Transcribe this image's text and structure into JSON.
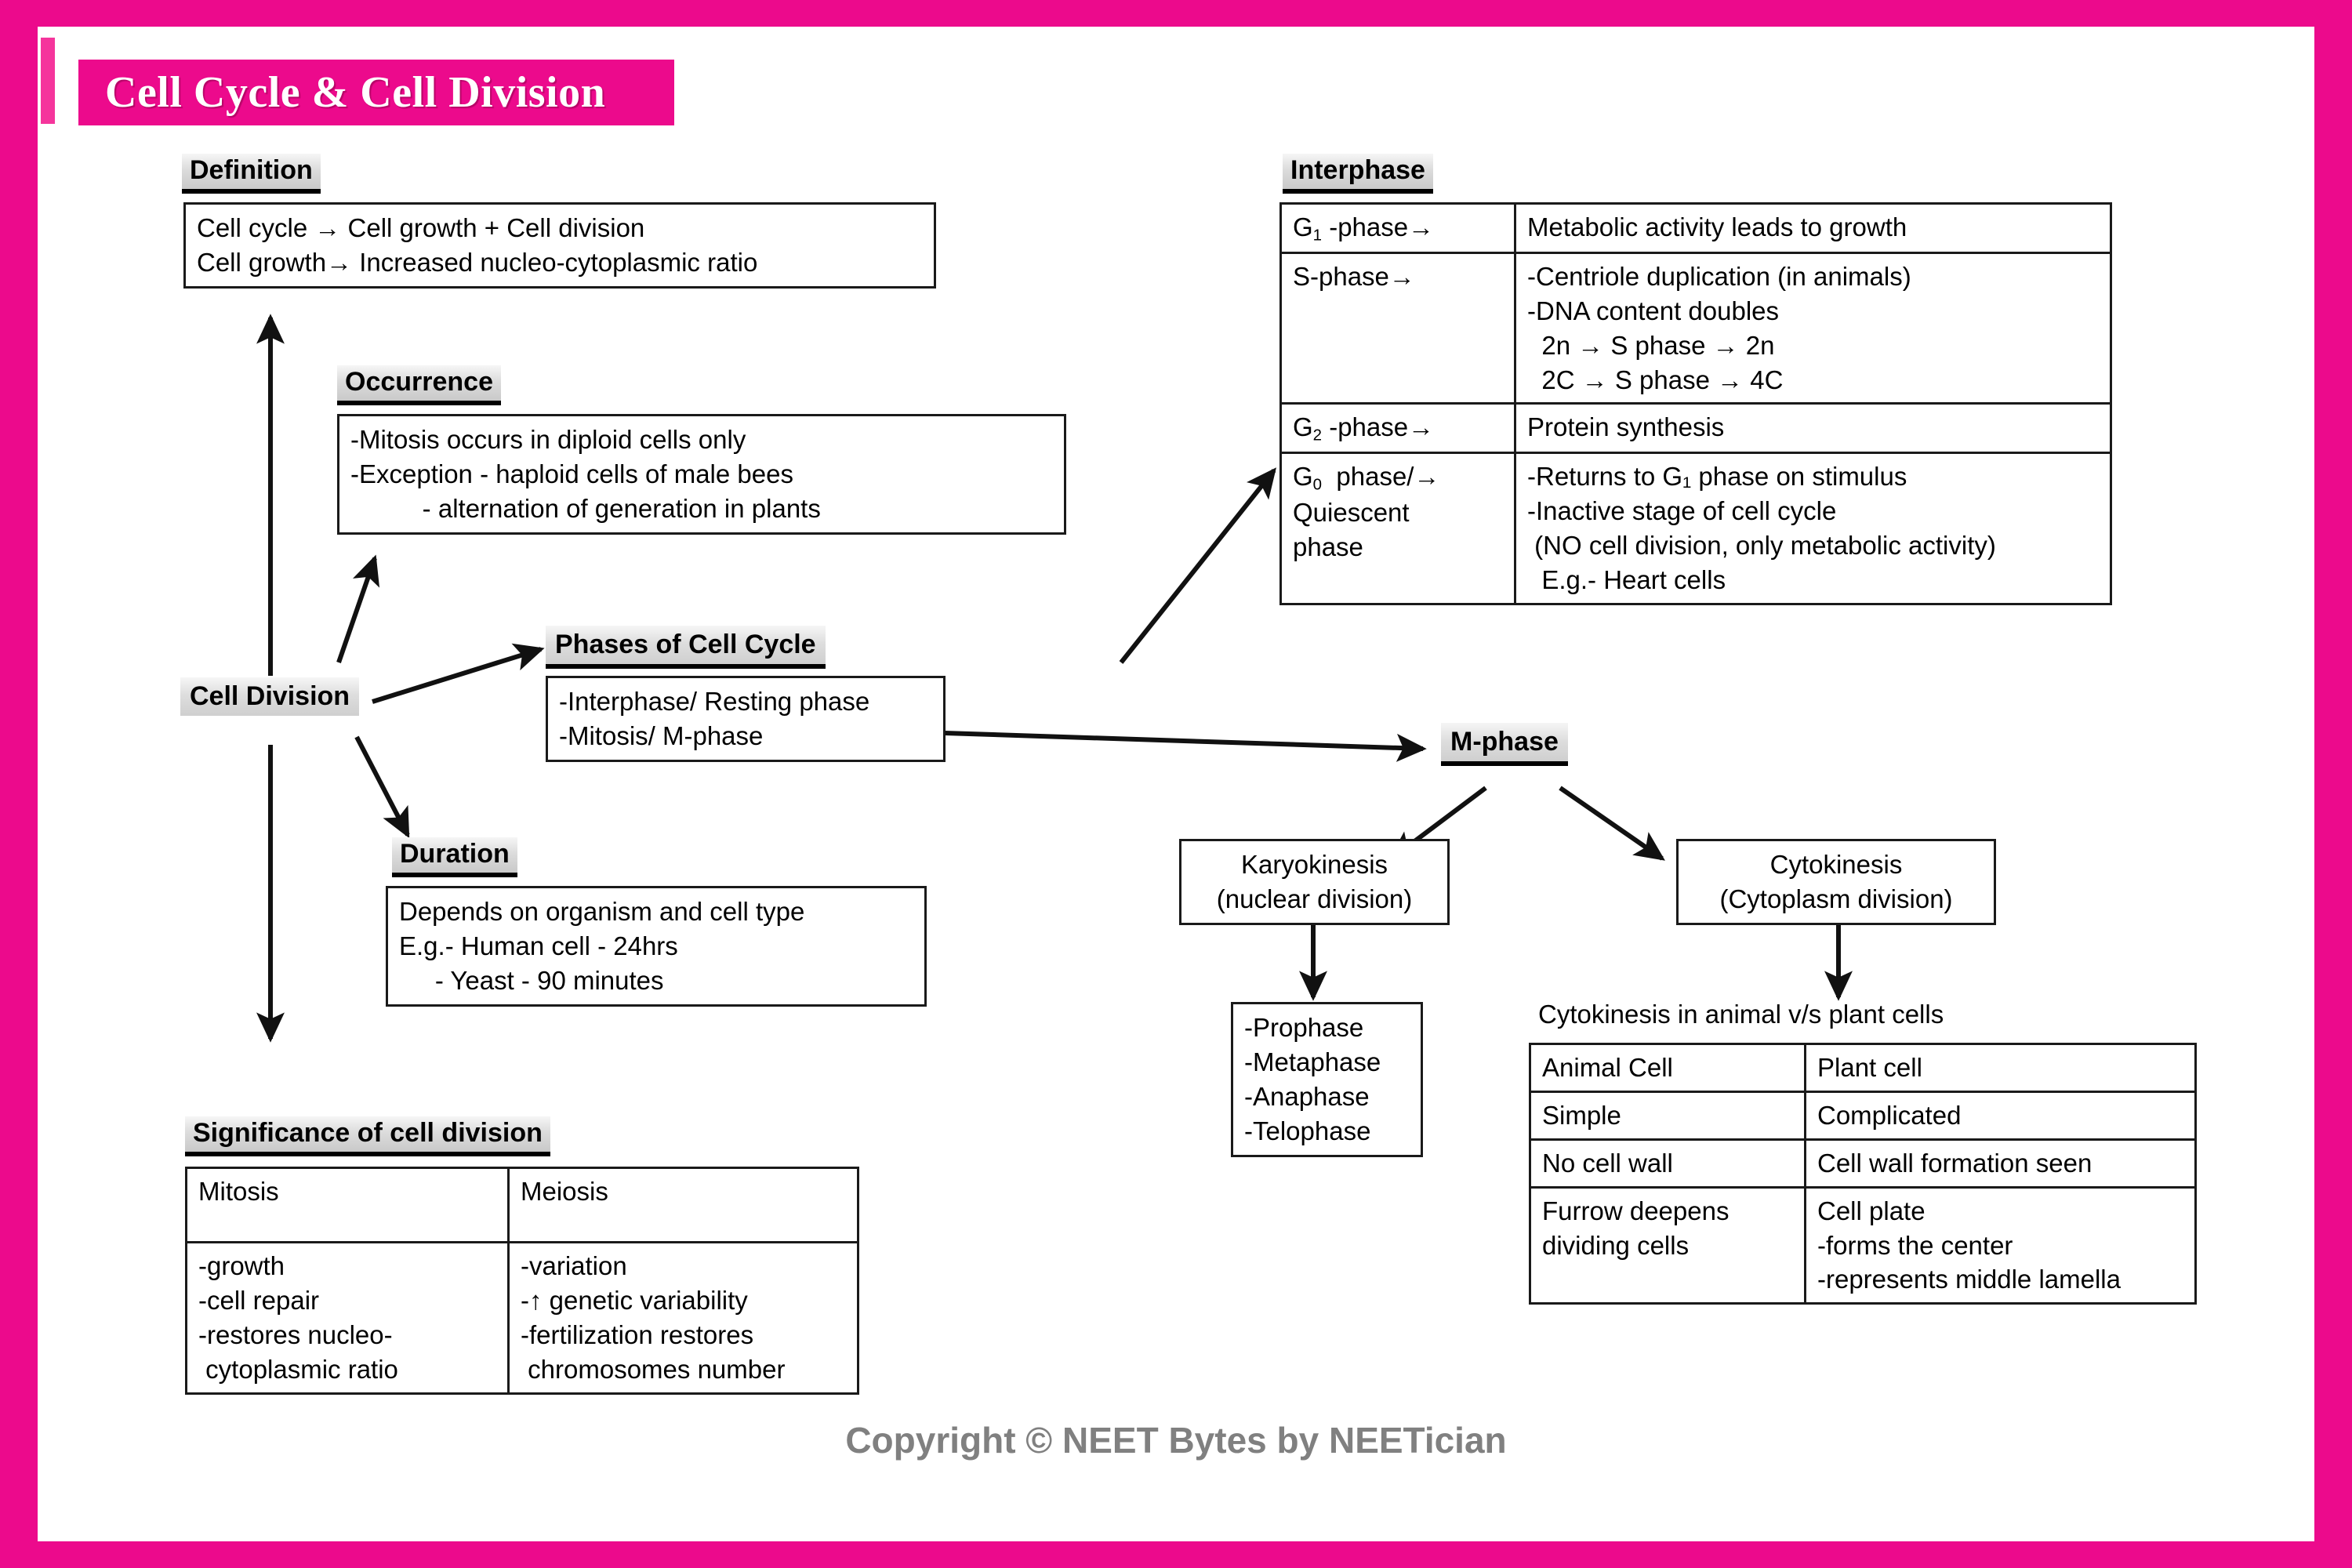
{
  "page": {
    "border_color": "#ec0a8c",
    "title": "Cell Cycle & Cell Division",
    "footer": "Copyright © NEET Bytes by NEETician"
  },
  "nodes": {
    "cell_division": "Cell Division",
    "m_phase": "M-phase"
  },
  "definition": {
    "heading": "Definition",
    "body": "Cell cycle → Cell growth + Cell division\nCell growth→ Increased nucleo-cytoplasmic ratio"
  },
  "occurrence": {
    "heading": "Occurrence",
    "body": "-Mitosis occurs in diploid cells only\n-Exception - haploid cells of male bees\n          - alternation of generation in plants"
  },
  "phases": {
    "heading": "Phases of Cell Cycle",
    "body": "-Interphase/ Resting phase\n-Mitosis/ M-phase"
  },
  "duration": {
    "heading": "Duration",
    "body": "Depends on organism and cell type\nE.g.- Human cell - 24hrs\n     - Yeast - 90 minutes"
  },
  "interphase": {
    "heading": "Interphase",
    "rows": [
      {
        "phase": "G1 -phase→",
        "phase_sub": "1",
        "detail": "Metabolic activity leads to growth"
      },
      {
        "phase": "S-phase→",
        "detail": "-Centriole duplication (in animals)\n-DNA content doubles\n  2n → S phase → 2n\n  2C → S phase → 4C"
      },
      {
        "phase": "G2 -phase→",
        "phase_sub": "2",
        "detail": "Protein synthesis"
      },
      {
        "phase": "G0  phase/→\nQuiescent\nphase",
        "phase_sub": "0",
        "detail": "-Returns to G₁ phase on stimulus\n-Inactive stage of cell cycle\n (NO cell division, only metabolic activity)\n  E.g.- Heart cells"
      }
    ]
  },
  "karyokinesis": {
    "label": "Karyokinesis\n(nuclear division)",
    "stages": "-Prophase\n-Metaphase\n-Anaphase\n-Telophase"
  },
  "cytokinesis": {
    "label": "Cytokinesis\n(Cytoplasm division)",
    "table_caption": "Cytokinesis in animal v/s plant cells",
    "headers": [
      "Animal Cell",
      "Plant cell"
    ],
    "rows": [
      [
        "Simple",
        "Complicated"
      ],
      [
        "No cell wall",
        "Cell wall formation seen"
      ],
      [
        "Furrow deepens\ndividing cells",
        "Cell plate\n-forms the center\n-represents middle lamella"
      ]
    ]
  },
  "significance": {
    "heading": "Significance of cell division",
    "headers": [
      "Mitosis",
      "Meiosis"
    ],
    "cells": [
      "-growth\n-cell repair\n-restores nucleo-\n cytoplasmic ratio",
      "-variation\n-↑ genetic variability\n-fertilization restores\n chromosomes number"
    ]
  }
}
